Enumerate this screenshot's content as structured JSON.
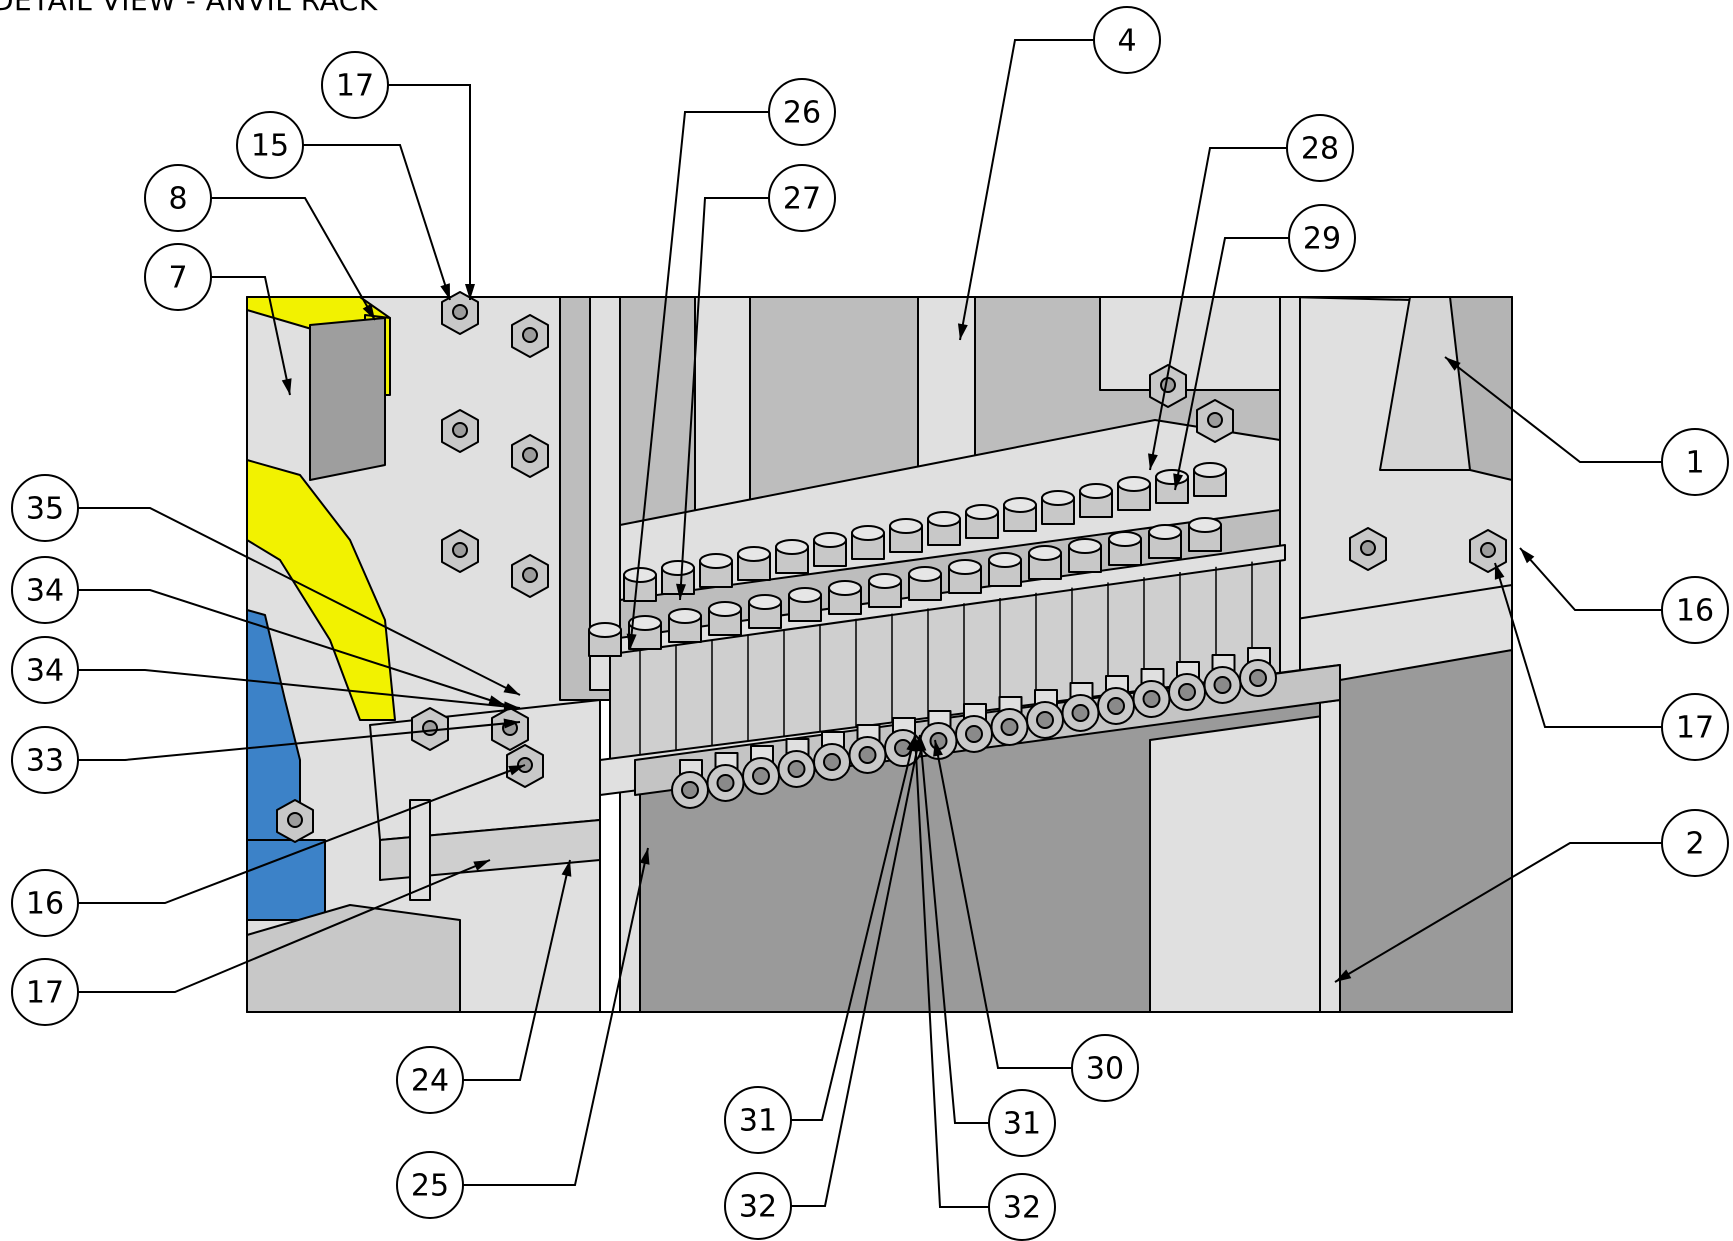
{
  "title": "DETAIL VIEW - ANVIL RACK",
  "colors": {
    "frame_light": "#e0e0e0",
    "frame_mid": "#bdbdbd",
    "frame_dark": "#9a9a9a",
    "yellow": "#f2f200",
    "blue": "#3c82c8",
    "bolt": "#c8c8c8",
    "outline": "#000000"
  },
  "callouts": [
    {
      "label": "17"
    },
    {
      "label": "15"
    },
    {
      "label": "8"
    },
    {
      "label": "7"
    },
    {
      "label": "26"
    },
    {
      "label": "27"
    },
    {
      "label": "4"
    },
    {
      "label": "28"
    },
    {
      "label": "29"
    },
    {
      "label": "1"
    },
    {
      "label": "35"
    },
    {
      "label": "34"
    },
    {
      "label": "34"
    },
    {
      "label": "33"
    },
    {
      "label": "16"
    },
    {
      "label": "17"
    },
    {
      "label": "16"
    },
    {
      "label": "17"
    },
    {
      "label": "2"
    },
    {
      "label": "24"
    },
    {
      "label": "25"
    },
    {
      "label": "31"
    },
    {
      "label": "32"
    },
    {
      "label": "30"
    },
    {
      "label": "31"
    },
    {
      "label": "32"
    }
  ]
}
